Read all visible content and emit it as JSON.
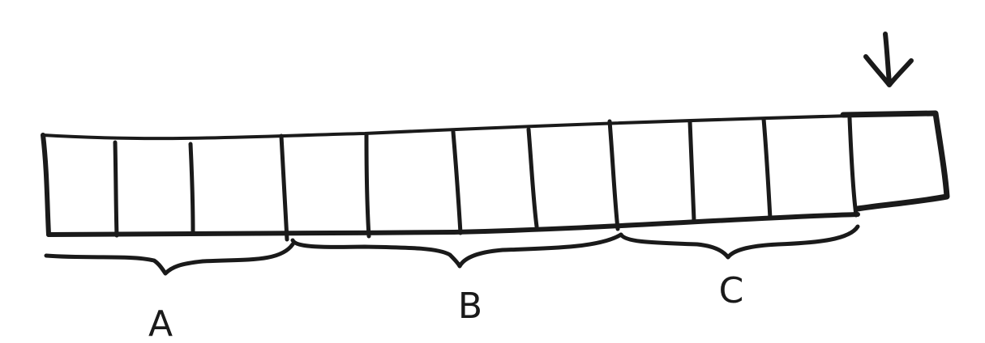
{
  "diagram": {
    "cell_count": 11,
    "groups": [
      {
        "label": "A",
        "cells": 3
      },
      {
        "label": "B",
        "cells": 4
      },
      {
        "label": "C",
        "cells": 3
      }
    ],
    "pointer": {
      "icon": "down-arrow-icon",
      "target_cell": 11
    },
    "ink_color": "#1a1a1a"
  }
}
